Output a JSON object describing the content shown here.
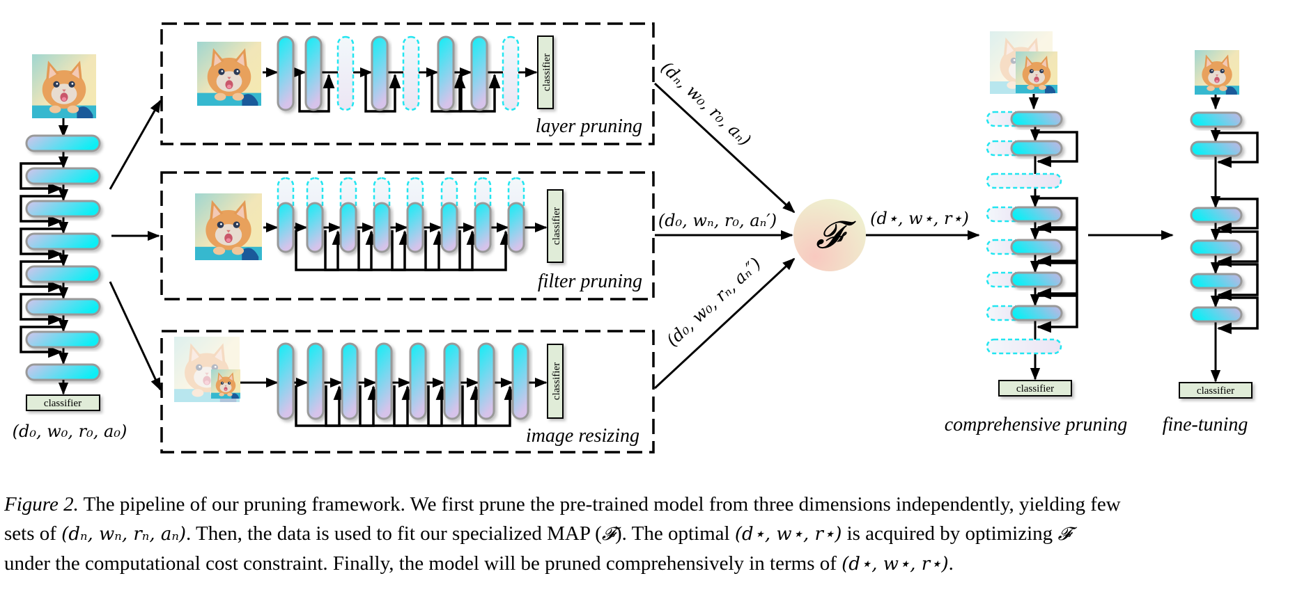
{
  "figure": {
    "input_label": "(d₀, w₀, r₀, a₀)",
    "classifier_label": "classifier",
    "branches": [
      {
        "name": "layer pruning",
        "output_label": "(dₙ, w₀, r₀, aₙ)",
        "blocks": [
          "kept",
          "kept",
          "pruned",
          "kept",
          "pruned",
          "kept",
          "kept",
          "pruned"
        ]
      },
      {
        "name": "filter pruning",
        "output_label": "(d₀, wₙ, r₀, aₙ′)",
        "blocks": [
          "narrowed",
          "narrowed",
          "narrowed",
          "narrowed",
          "narrowed",
          "narrowed",
          "narrowed",
          "narrowed"
        ]
      },
      {
        "name": "image resizing",
        "output_label": "(d₀, w₀, rₙ, aₙ″)",
        "blocks": [
          "kept",
          "kept",
          "kept",
          "kept",
          "kept",
          "kept",
          "kept",
          "kept"
        ]
      }
    ],
    "map_symbol": "𝓕",
    "optimal_label": "(d⋆, w⋆, r⋆)",
    "comprehensive_label": "comprehensive pruning",
    "finetune_label": "fine-tuning",
    "comprehensive_blocks": [
      "kept",
      "kept",
      "pruned",
      "kept",
      "kept",
      "kept",
      "kept",
      "pruned"
    ],
    "colors": {
      "block_top": "#10eef5",
      "block_bottom": "#d6c3ea",
      "block_stroke": "#999999",
      "pruned_stroke": "#22e5f0",
      "classifier_fill": "#e0ecd8",
      "map_fill_a": "#f5c9c0",
      "map_fill_b": "#eef0d0"
    }
  },
  "caption": {
    "fig_label": "Figure 2.",
    "line1": "The pipeline of our pruning framework. We first prune the pre-trained model from three dimensions independently, yielding few",
    "line2_a": "sets of ",
    "line2_m1": "(dₙ, wₙ, rₙ, aₙ)",
    "line2_b": ". Then, the data is used to fit our specialized MAP (",
    "line2_m2": "𝓕",
    "line2_c": "). The optimal ",
    "line2_m3": "(d⋆, w⋆, r⋆)",
    "line2_d": " is acquired by optimizing ",
    "line2_m4": "𝓕",
    "line3_a": "under the computational cost constraint. Finally, the model will be pruned comprehensively in terms of ",
    "line3_m1": "(d⋆, w⋆, r⋆)",
    "line3_b": "."
  }
}
